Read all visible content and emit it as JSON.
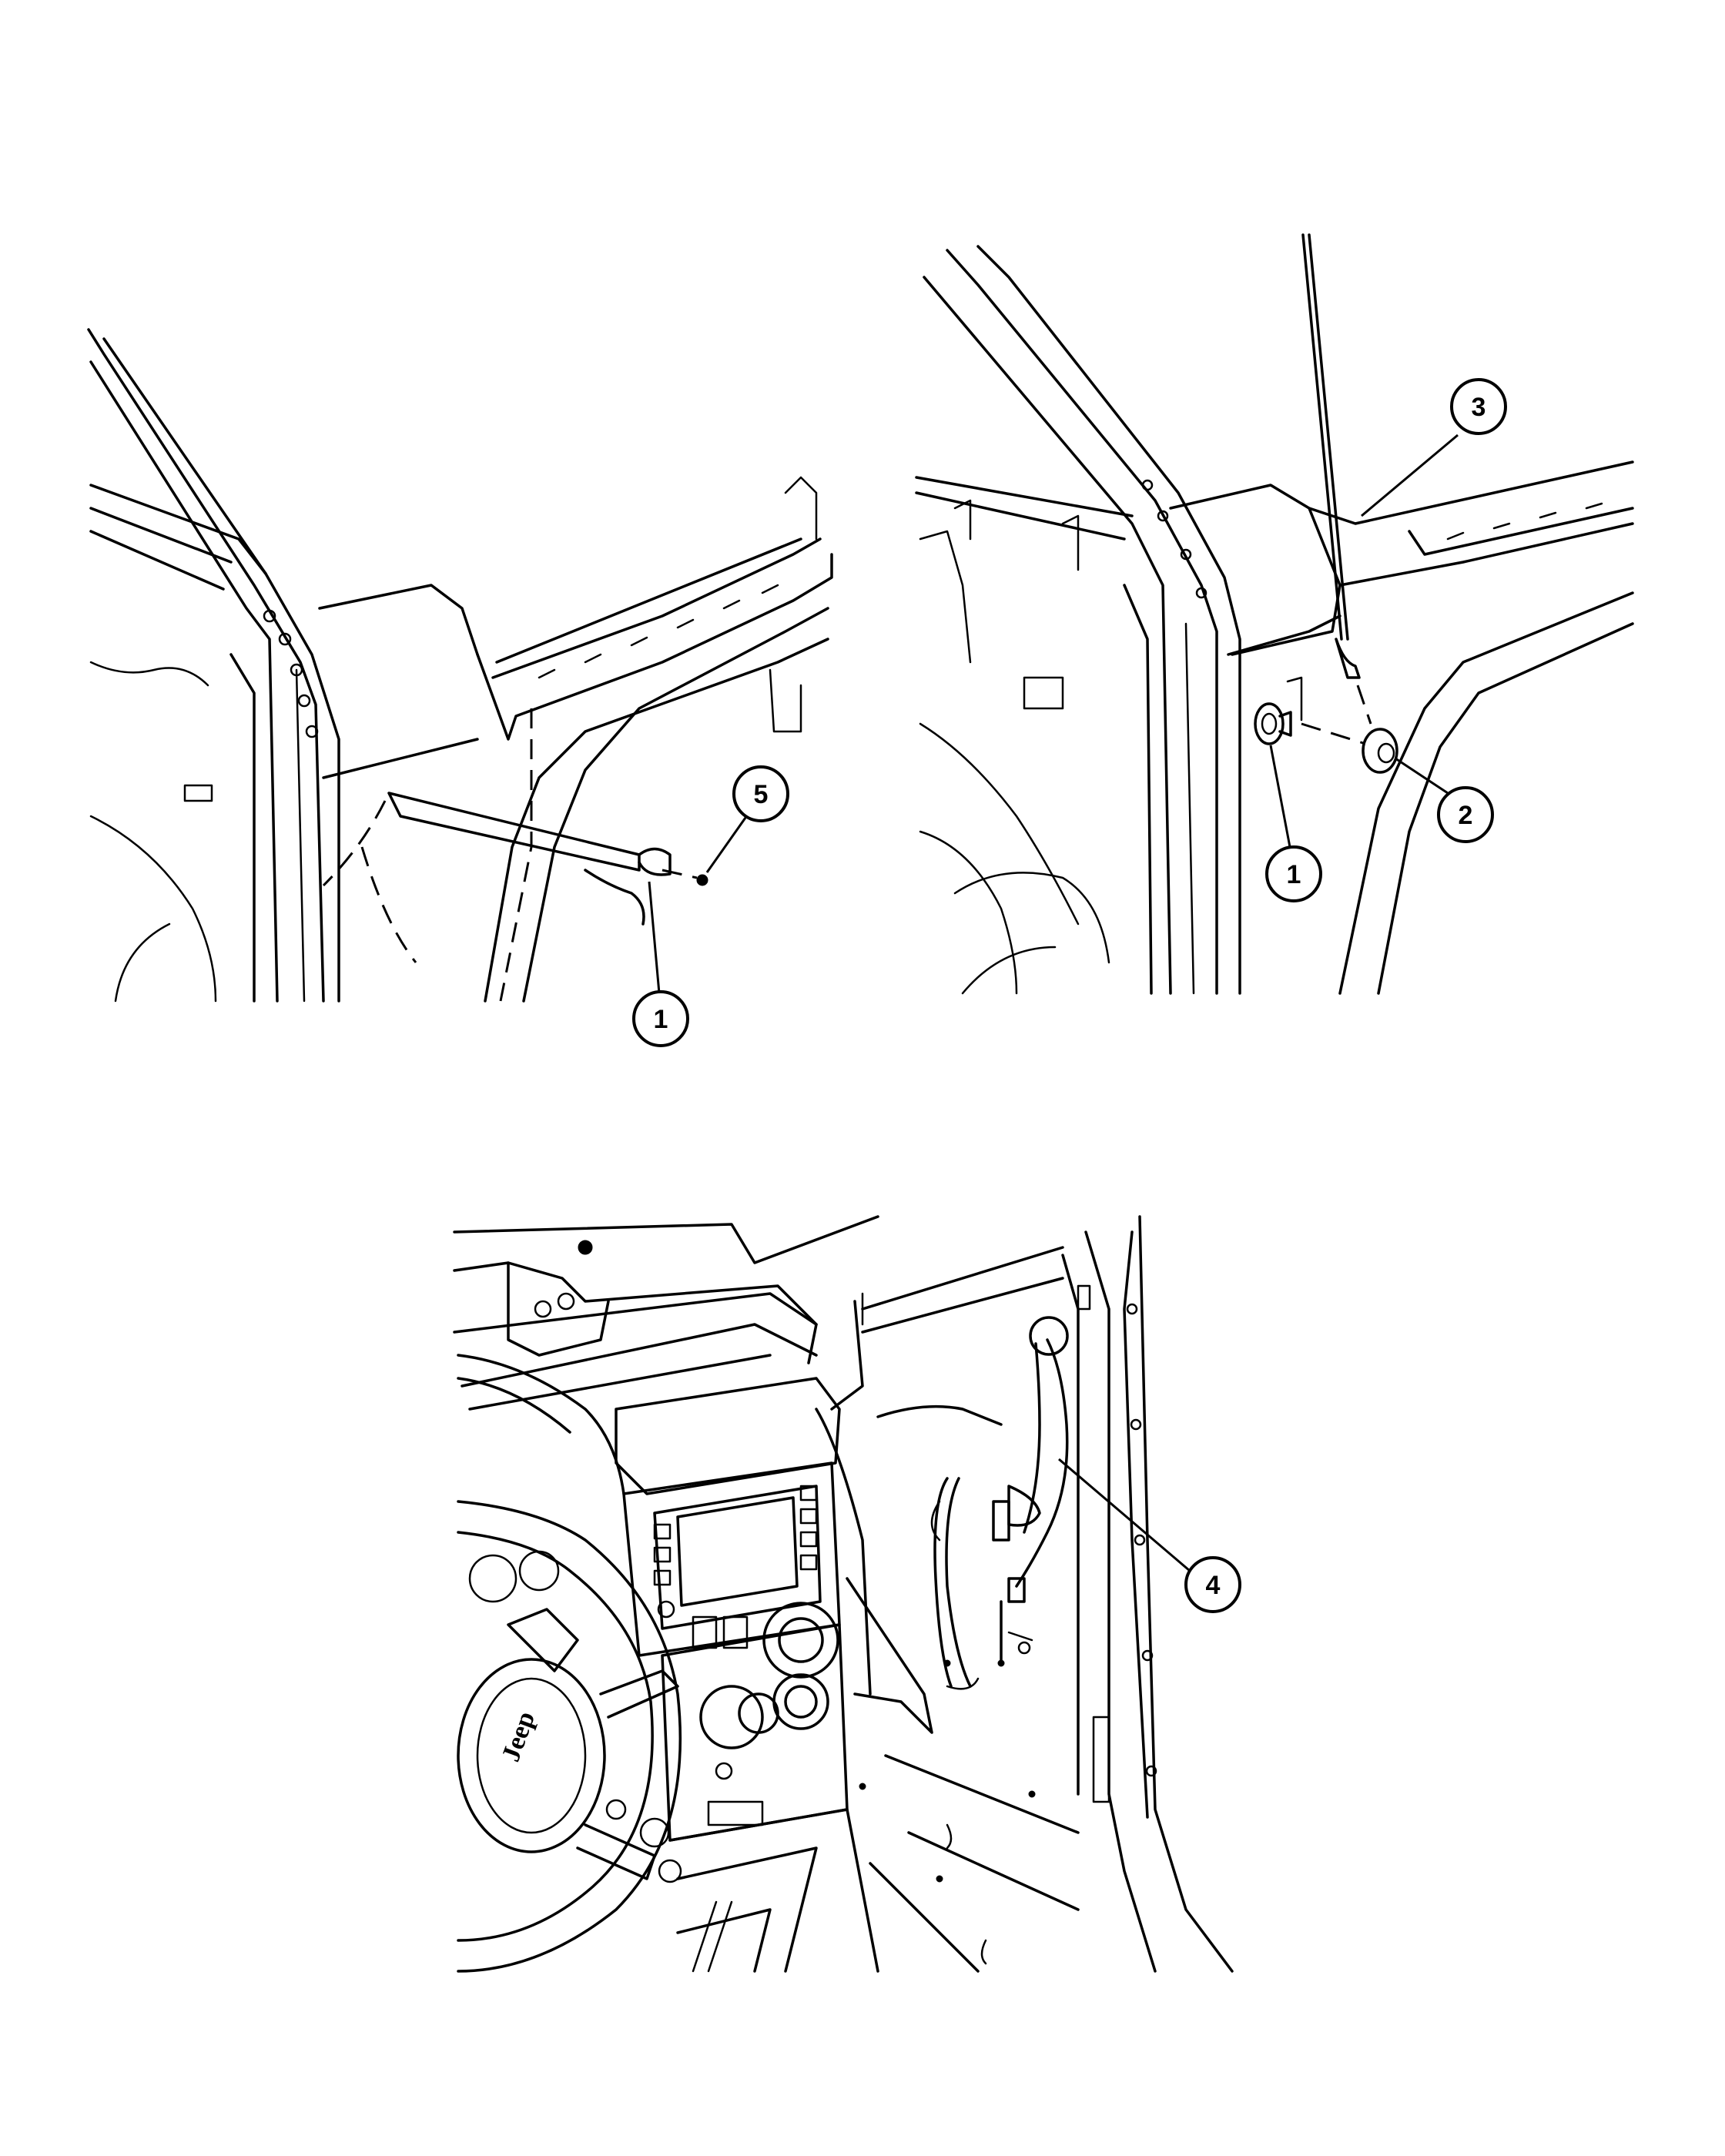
{
  "callouts": {
    "view1_part1": "1",
    "view1_part5": "5",
    "view2_part1": "1",
    "view2_part2": "2",
    "view2_part3": "3",
    "view3_part4": "4"
  },
  "dashboard": {
    "steering_emblem": "Jeep"
  },
  "colors": {
    "line": "#000000",
    "background": "#ffffff"
  }
}
